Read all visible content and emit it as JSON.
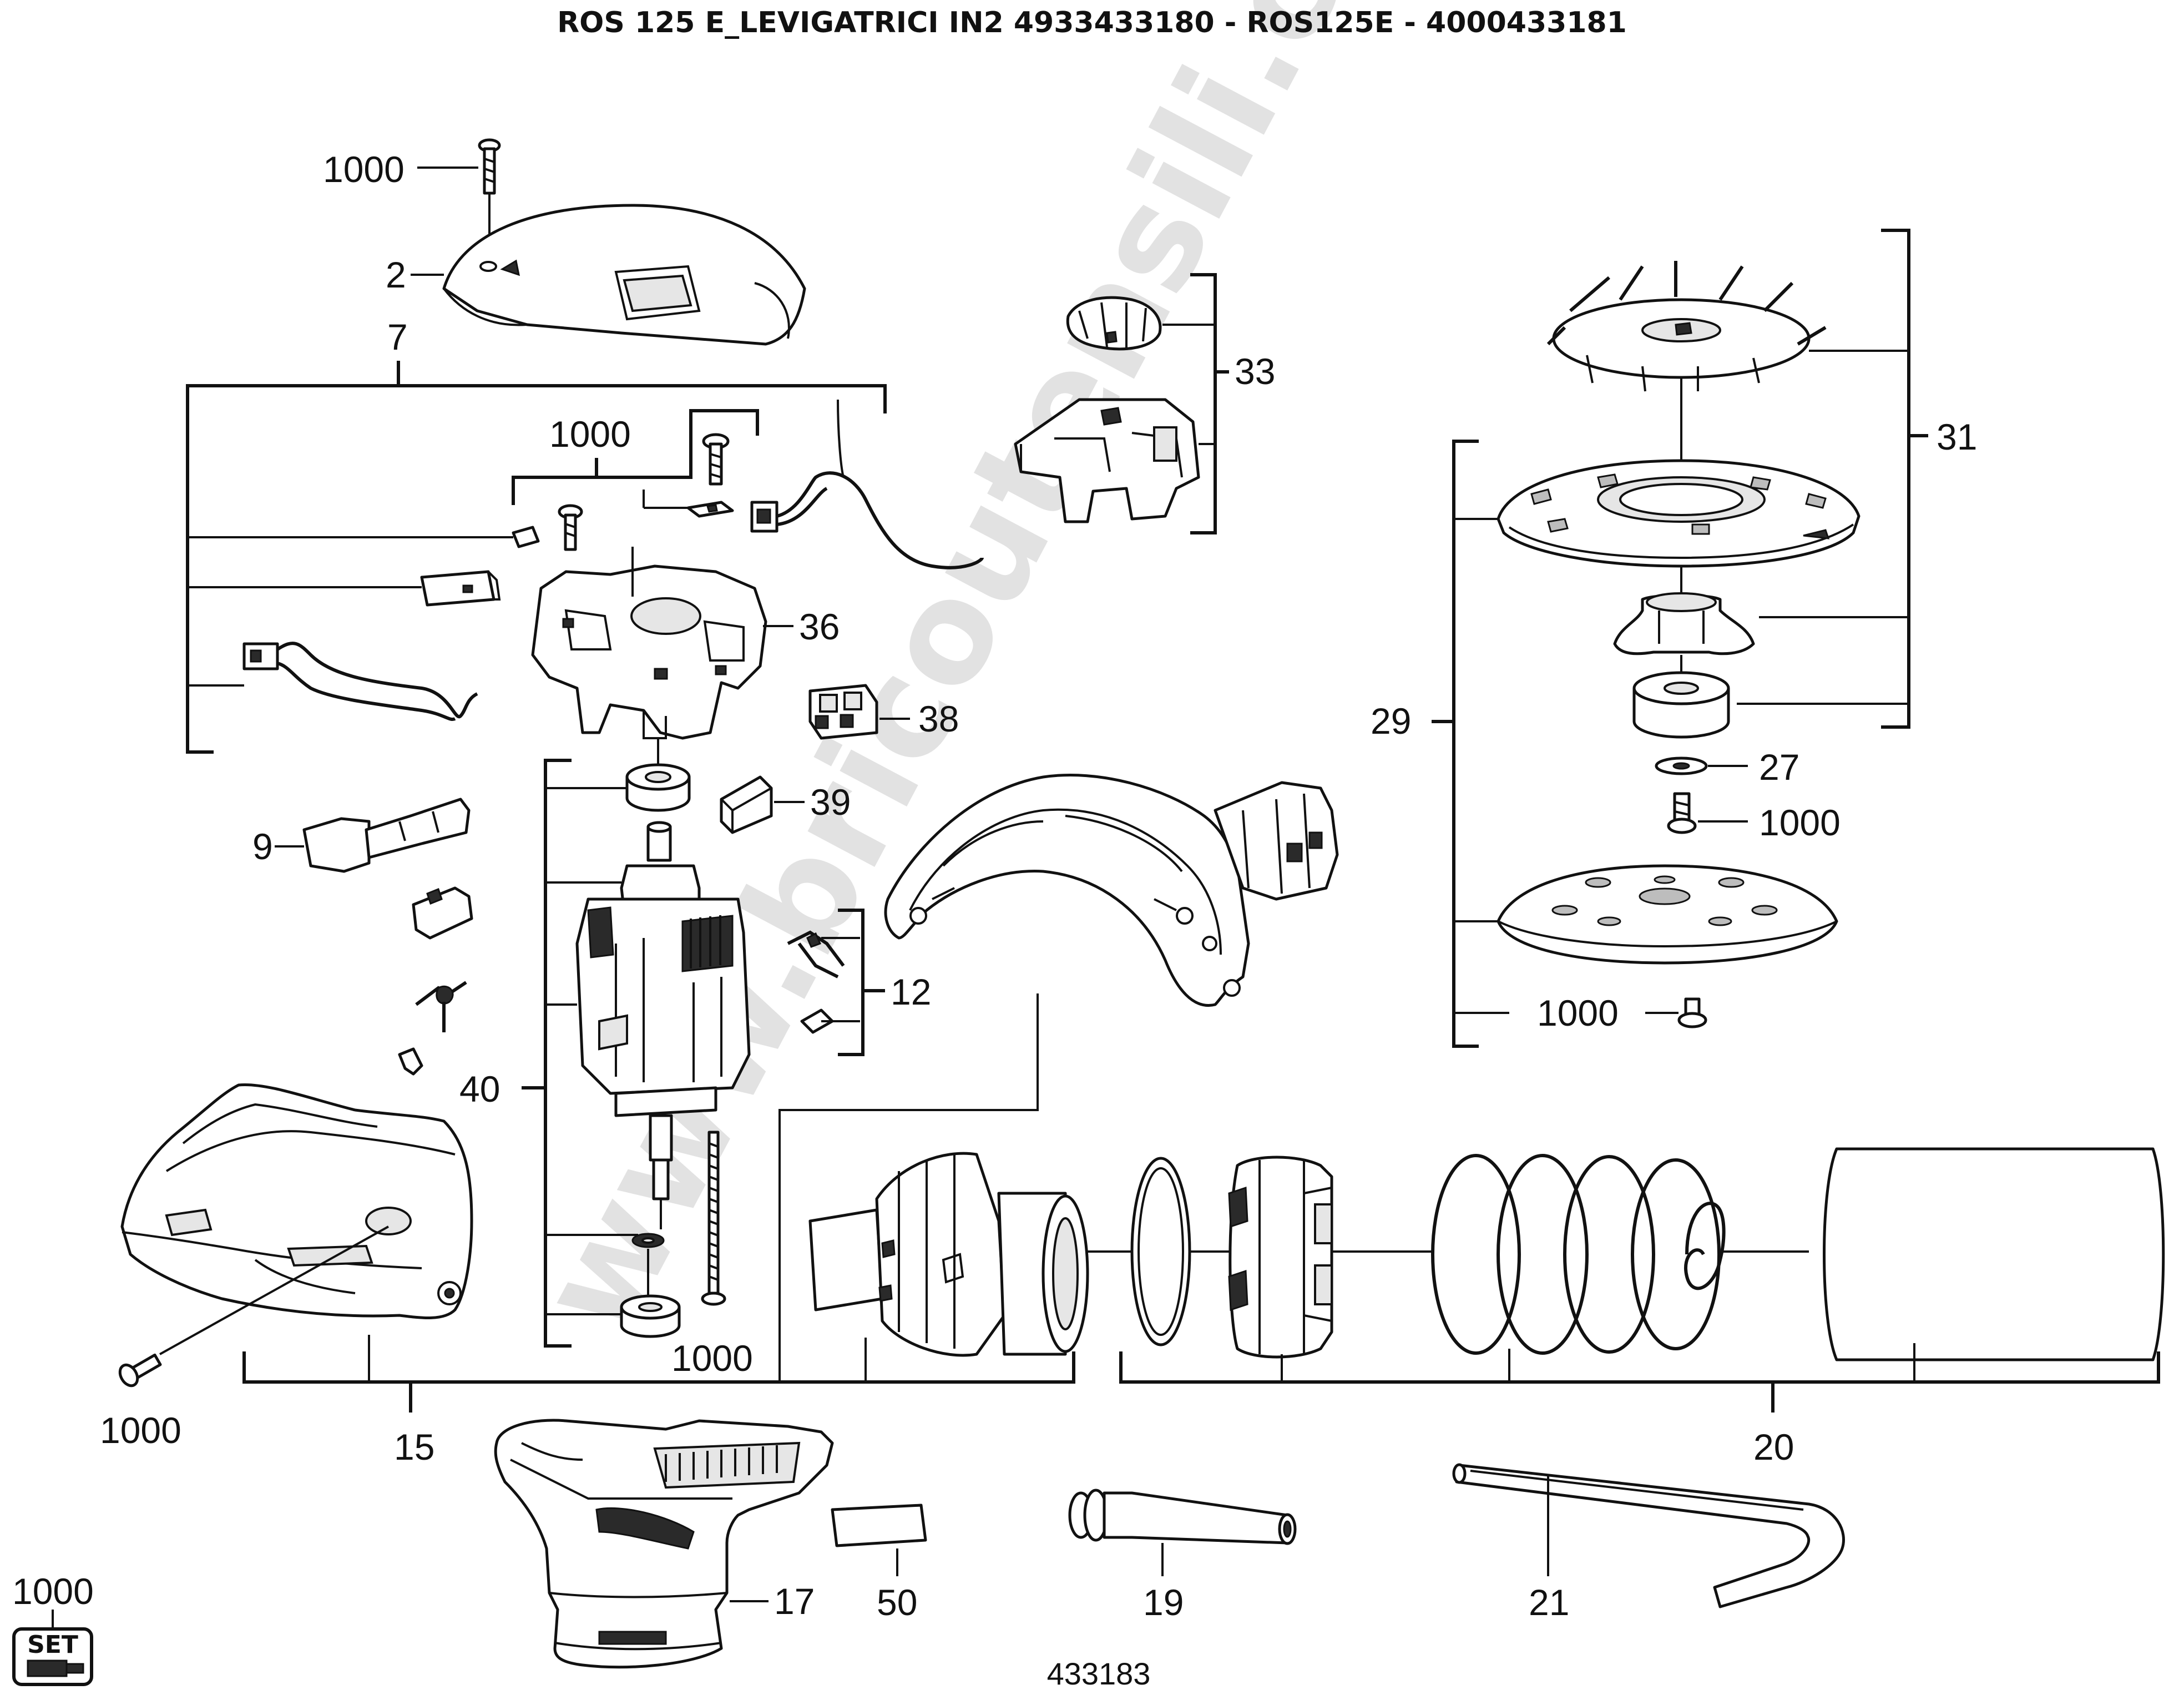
{
  "title": "ROS 125 E_LEVIGATRICI IN2 4933433180 - ROS125E - 4000433181",
  "watermark": "www.bricoutensili.com",
  "doc_code": "433183",
  "set_badge": {
    "number": "1000",
    "label": "SET"
  },
  "callouts": {
    "c1000_top": "1000",
    "c2": "2",
    "c7": "7",
    "c1000_brush": "1000",
    "c36": "36",
    "c38": "38",
    "c39": "39",
    "c9": "9",
    "c40": "40",
    "c12": "12",
    "c33": "33",
    "c31": "31",
    "c29": "29",
    "c27": "27",
    "c1000_pad_screw": "1000",
    "c1000_pad_bottom": "1000",
    "c1000_motor": "1000",
    "c1000_housing": "1000",
    "c15": "15",
    "c20": "20",
    "c17": "17",
    "c50": "50",
    "c19": "19",
    "c21": "21"
  },
  "colors": {
    "ink": "#111111",
    "watermark": "#e2e2e2",
    "background": "#ffffff"
  }
}
